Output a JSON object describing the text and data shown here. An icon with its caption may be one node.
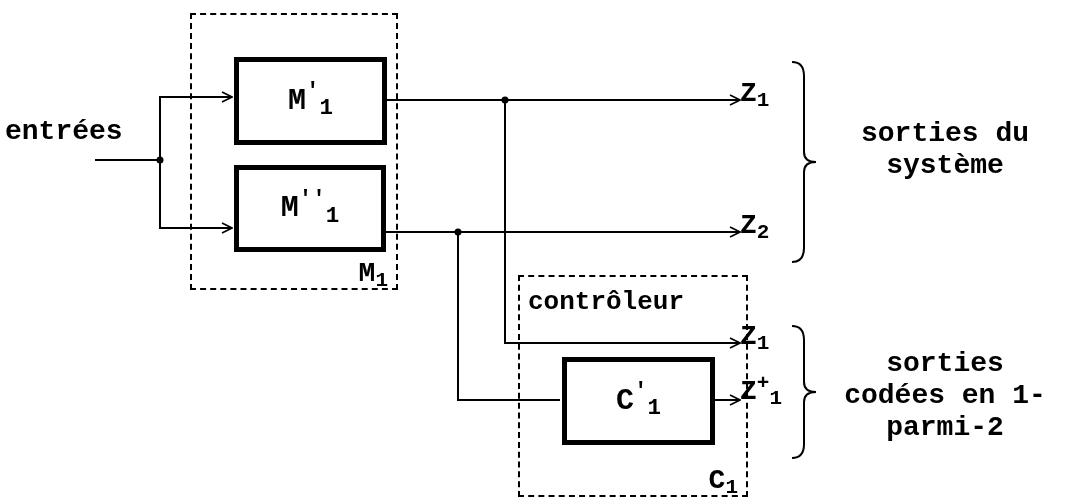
{
  "diagram": {
    "nodes": [
      {
        "text": [
          "M$_{1}$"
        ]
      },
      {
        "text": [
          "M$^{'}$$_{1}$"
        ],
        "in": 0
      },
      {
        "text": [
          "M$^{''}$$_{1}$"
        ],
        "in": 0
      },
      {
        "text": [
          "contrôleur",
          "C$_{1}$"
        ]
      },
      {
        "text": [
          "C$^{'}$$_{1}$"
        ],
        "in": 3
      },
      {
        "text": [
          "entrées"
        ]
      },
      {
        "text": [
          "Z$_{1}$"
        ]
      },
      {
        "text": [
          "Z$_{2}$"
        ]
      },
      {
        "text": [
          "Z$_{1}$"
        ]
      },
      {
        "text": [
          "Z$^{+}$$_{1}$"
        ]
      }
    ],
    "edges": [
      {
        "from": 5,
        "to": 1,
        "arrow": "to"
      },
      {
        "from": 5,
        "to": 2,
        "arrow": "to"
      },
      {
        "from": 1,
        "to": 6,
        "arrow": "to"
      },
      {
        "from": 1,
        "to": 8,
        "arrow": "to"
      },
      {
        "from": 2,
        "to": 7,
        "arrow": "to"
      },
      {
        "from": 2,
        "to": 4,
        "arrow": "none"
      },
      {
        "from": 4,
        "to": 9,
        "arrow": "to"
      }
    ],
    "labels": [
      "sorties du système",
      "sorties codées en 1-parmi-2"
    ]
  }
}
